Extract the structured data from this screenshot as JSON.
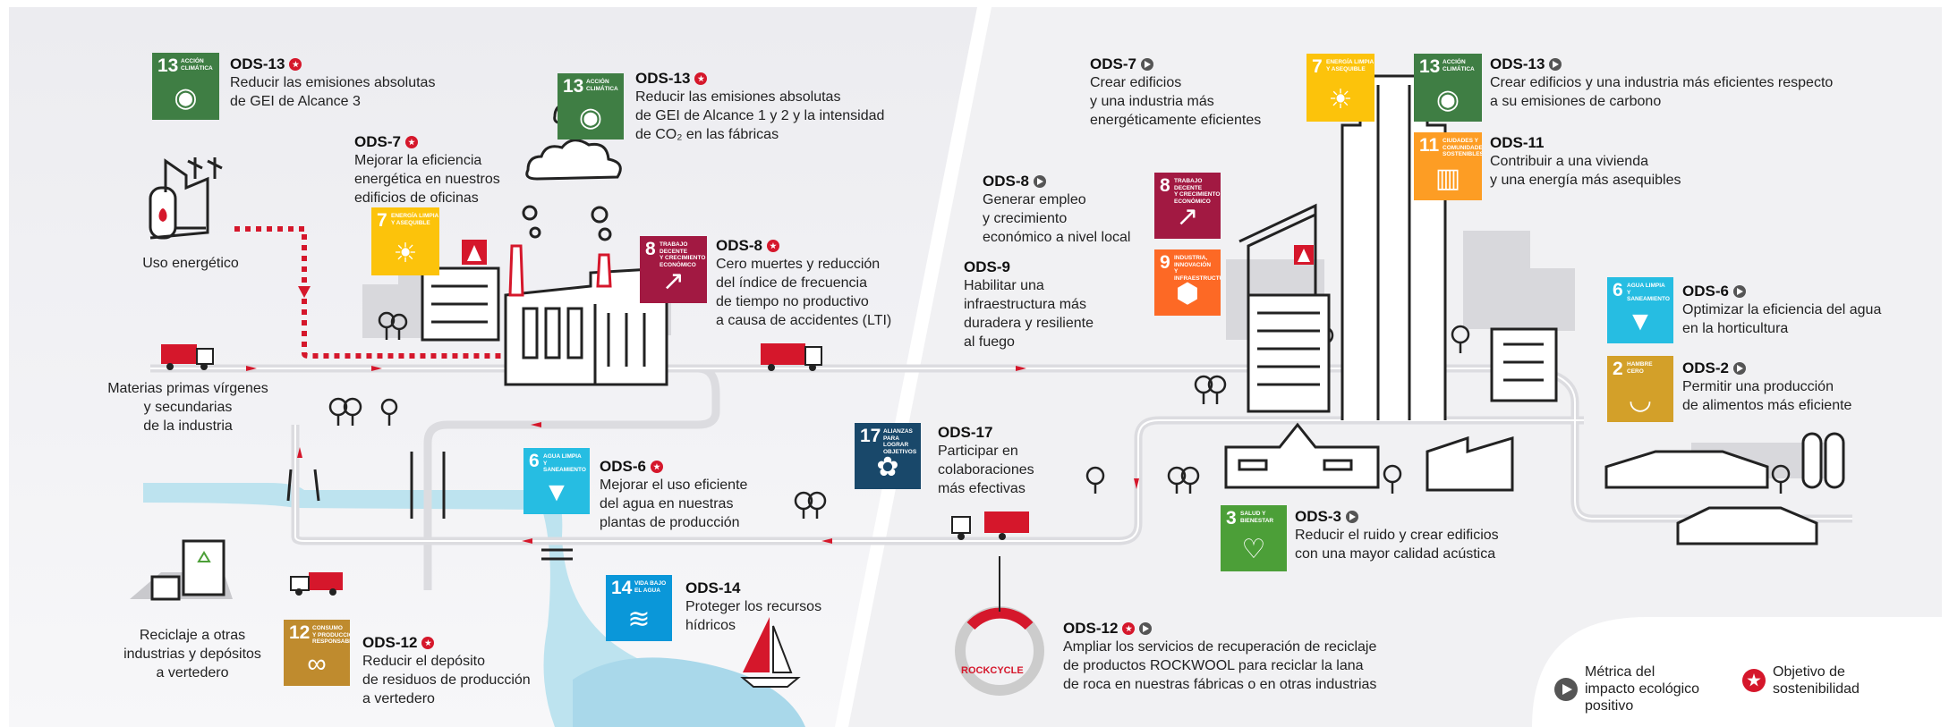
{
  "colors": {
    "sdg2": "#d3a029",
    "sdg3": "#4c9f38",
    "sdg6": "#26bde2",
    "sdg7": "#fcc30b",
    "sdg8": "#a21942",
    "sdg9": "#fd6925",
    "sdg11": "#fd9d24",
    "sdg12": "#bf8b2e",
    "sdg13": "#3f7e44",
    "sdg14": "#0a97d9",
    "sdg17": "#19486a",
    "star_red": "#d5172b",
    "route_red": "#d5172b"
  },
  "tiles": [
    {
      "id": "t13a",
      "num": "13",
      "label": "ACCIÓN\nCLIMÁTICA",
      "glyph": "eye-globe-icon",
      "color": "#3f7e44"
    },
    {
      "id": "t13b",
      "num": "13",
      "label": "ACCIÓN\nCLIMÁTICA",
      "glyph": "eye-globe-icon",
      "color": "#3f7e44"
    },
    {
      "id": "t7a",
      "num": "7",
      "label": "ENERGÍA LIMPIA\nY ASEQUIBLE",
      "glyph": "sun-icon",
      "color": "#fcc30b"
    },
    {
      "id": "t8a",
      "num": "8",
      "label": "TRABAJO DECENTE\nY CRECIMIENTO\nECONÓMICO",
      "glyph": "growth-chart-icon",
      "color": "#a21942"
    },
    {
      "id": "t6a",
      "num": "6",
      "label": "AGUA LIMPIA\nY SANEAMIENTO",
      "glyph": "water-glass-icon",
      "color": "#26bde2"
    },
    {
      "id": "t17",
      "num": "17",
      "label": "ALIANZAS PARA\nLOGRAR OBJETIVOS",
      "glyph": "flower-icon",
      "color": "#19486a"
    },
    {
      "id": "t14",
      "num": "14",
      "label": "VIDA BAJO\nEL AGUA",
      "glyph": "fish-icon",
      "color": "#0a97d9"
    },
    {
      "id": "t12",
      "num": "12",
      "label": "CONSUMO\nY PRODUCCIÓN\nRESPONSABLES",
      "glyph": "infinity-icon",
      "color": "#bf8b2e"
    },
    {
      "id": "t7b",
      "num": "7",
      "label": "ENERGÍA LIMPIA\nY ASEQUIBLE",
      "glyph": "sun-icon",
      "color": "#fcc30b"
    },
    {
      "id": "t13c",
      "num": "13",
      "label": "ACCIÓN\nCLIMÁTICA",
      "glyph": "eye-globe-icon",
      "color": "#3f7e44"
    },
    {
      "id": "t11",
      "num": "11",
      "label": "CIUDADES Y COMUNIDADES\nSOSTENIBLES",
      "glyph": "city-icon",
      "color": "#fd9d24"
    },
    {
      "id": "t8b",
      "num": "8",
      "label": "TRABAJO DECENTE\nY CRECIMIENTO\nECONÓMICO",
      "glyph": "growth-chart-icon",
      "color": "#a21942"
    },
    {
      "id": "t9",
      "num": "9",
      "label": "INDUSTRIA, INNOVACIÓN\nY INFRAESTRUCTURA",
      "glyph": "cubes-icon",
      "color": "#fd6925"
    },
    {
      "id": "t6b",
      "num": "6",
      "label": "AGUA LIMPIA\nY SANEAMIENTO",
      "glyph": "water-glass-icon",
      "color": "#26bde2"
    },
    {
      "id": "t2",
      "num": "2",
      "label": "HAMBRE\nCERO",
      "glyph": "bowl-icon",
      "color": "#d3a029"
    },
    {
      "id": "t3",
      "num": "3",
      "label": "SALUD Y\nBIENESTAR",
      "glyph": "heartbeat-icon",
      "color": "#4c9f38"
    }
  ],
  "goals": {
    "g13_scope3": {
      "title": "ODS-13",
      "desc": "Reducir las emisiones absolutas\nde GEI de Alcance 3"
    },
    "g13_scope12": {
      "title": "ODS-13",
      "desc": "Reducir las emisiones absolutas\nde GEI de Alcance 1 y 2 y la intensidad\nde CO₂ en las fábricas"
    },
    "g7_offices": {
      "title": "ODS-7",
      "desc": "Mejorar la eficiencia\nenergética en nuestros\nedificios de oficinas"
    },
    "g8_safety": {
      "title": "ODS-8",
      "desc": "Cero muertes y reducción\ndel índice de frecuencia\nde tiempo no productivo\na causa de accidentes (LTI)"
    },
    "g6_plants": {
      "title": "ODS-6",
      "desc": "Mejorar el uso eficiente\ndel agua en nuestras\nplantas de producción"
    },
    "g17": {
      "title": "ODS-17",
      "desc": "Participar en\ncolaboraciones\nmás efectivas"
    },
    "g14": {
      "title": "ODS-14",
      "desc": "Proteger los recursos\nhídricos"
    },
    "g12_waste": {
      "title": "ODS-12",
      "desc": "Reducir el depósito\nde residuos de producción\na vertedero"
    },
    "g7_buildings": {
      "title": "ODS-7",
      "desc": "Crear edificios\ny una industria más\nenergéticamente eficientes"
    },
    "g13_buildings": {
      "title": "ODS-13",
      "desc": "Crear edificios y una industria más eficientes respecto\na su emisiones de carbono"
    },
    "g11": {
      "title": "ODS-11",
      "desc": "Contribuir a una vivienda\ny una energía más asequibles"
    },
    "g8_jobs": {
      "title": "ODS-8",
      "desc": "Generar empleo\ny crecimiento\neconómico a nivel local"
    },
    "g9": {
      "title": "ODS-9",
      "desc": "Habilitar una\ninfraestructura más\nduradera y resiliente\nal fuego"
    },
    "g6_hort": {
      "title": "ODS-6",
      "desc": "Optimizar la eficiencia del agua\nen la horticultura"
    },
    "g2": {
      "title": "ODS-2",
      "desc": "Permitir una producción\nde alimentos más eficiente"
    },
    "g3": {
      "title": "ODS-3",
      "desc": "Reducir el ruido y crear edificios\ncon una mayor calidad acústica"
    },
    "g12_recycle": {
      "title": "ODS-12",
      "desc": "Ampliar los servicios de recuperación de reciclaje\nde productos ROCKWOOL para reciclar la lana\nde roca en nuestras fábricas o en otras industrias"
    }
  },
  "labels": {
    "energy_use": "Uso energético",
    "raw_materials": "Materias primas vírgenes\ny secundarias\nde la industria",
    "recycling": "Reciclaje a otras\nindustrias y depósitos\na vertedero",
    "rockcycle": "ROCKCYCLE"
  },
  "legend": {
    "positive_metric": "Métrica del\nimpacto ecológico\npositivo",
    "sustainability_goal": "Objetivo de\nsostenibilidad"
  }
}
